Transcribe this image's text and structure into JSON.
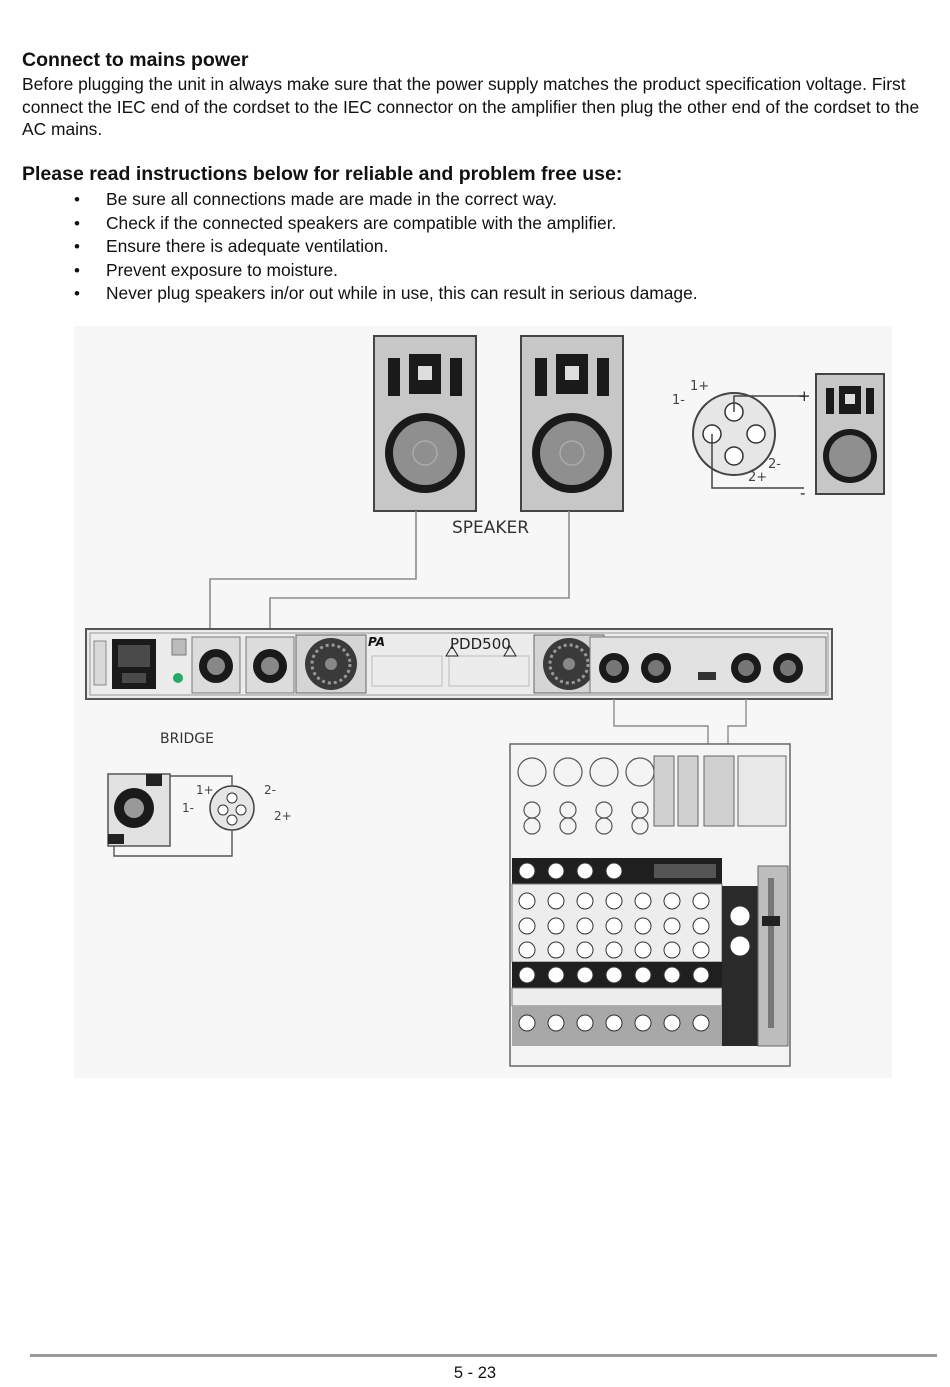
{
  "section1": {
    "title": "Connect to mains power",
    "body": "Before plugging the unit in always make sure that the power supply matches the product specification voltage. First connect the IEC end of the cordset to the IEC connector on the amplifier then plug the other end of the cordset to the AC mains."
  },
  "section2": {
    "title": "Please read instructions below for reliable and problem free use:",
    "items": [
      "Be sure all connections made are made in the correct way.",
      "Check if the connected speakers are compatible with the amplifier.",
      "Ensure there is adequate ventilation.",
      "Prevent exposure to moisture.",
      "Never plug speakers in/or out while in use, this can result in serious damage."
    ]
  },
  "diagram": {
    "speaker_label": "SPEAKER",
    "bridge_label": "BRIDGE",
    "model_label": "PDD500",
    "brand_mark": "PA",
    "pin_labels": {
      "p1m": "1-",
      "p1p": "1+",
      "p2m": "2-",
      "p2p": "2+",
      "plus": "+",
      "minus": "-"
    },
    "colors": {
      "line": "#8c8c8c",
      "speaker_body": "#c9c9c9",
      "dark": "#1a1a1a"
    }
  },
  "footer": {
    "page_number": "5 - 23"
  }
}
